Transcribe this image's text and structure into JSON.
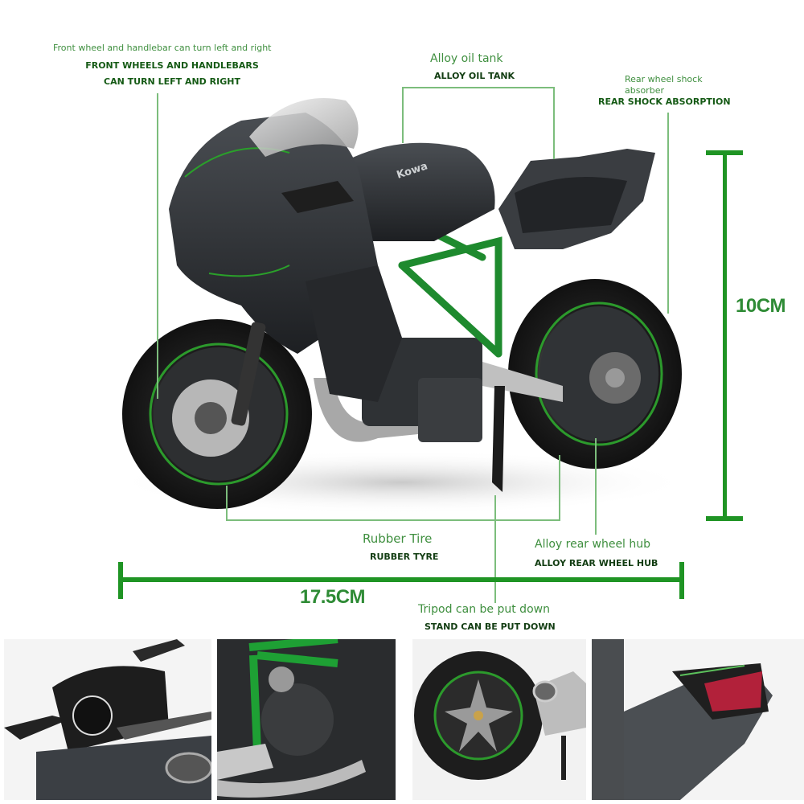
{
  "annotations": {
    "front_wheel": {
      "en": "Front wheel and handlebar can turn left and right",
      "caps_line1": "FRONT WHEELS AND HANDLEBARS",
      "caps_line2": "CAN TURN LEFT AND RIGHT"
    },
    "oil_tank": {
      "en": "Alloy oil tank",
      "caps": "ALLOY OIL TANK"
    },
    "rear_shock": {
      "en_line1": "Rear wheel shock",
      "en_line2": "absorber",
      "caps": "REAR SHOCK ABSORPTION"
    },
    "rubber_tire": {
      "en": "Rubber Tire",
      "caps": "RUBBER TYRE"
    },
    "rear_hub": {
      "en": "Alloy rear wheel hub",
      "caps": "ALLOY REAR WHEEL HUB"
    },
    "stand": {
      "en": "Tripod can be put down",
      "caps": "STAND CAN BE PUT DOWN"
    }
  },
  "dimensions": {
    "height": "10CM",
    "length": "17.5CM"
  },
  "model": {
    "brand_text": "Kowa"
  },
  "thumbnails": [
    {
      "name": "dashboard-handlebar-detail"
    },
    {
      "name": "engine-frame-detail"
    },
    {
      "name": "rear-wheel-detail"
    },
    {
      "name": "tail-light-detail"
    }
  ],
  "colors": {
    "accent_green": "#1f9424",
    "label_dark_green": "#155a15",
    "label_light_green": "#3f8f3f",
    "leader_line": "#7cbd7c",
    "body_dark": "#2a2d30",
    "frame_green": "#1e8a2e"
  }
}
